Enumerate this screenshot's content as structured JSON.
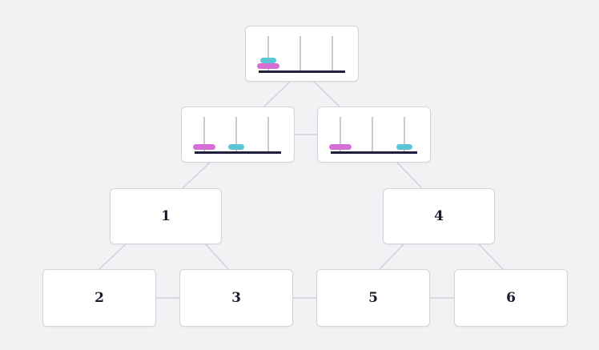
{
  "colors": {
    "background": "#f2f2f4",
    "node_border": "#d4d4de",
    "edge": "#cfd2dc",
    "peg": "#c9c9d4",
    "base": "#1f1f3a",
    "disk_large": "#d56fd6",
    "disk_small": "#5bc6d6"
  },
  "hanoi_states": {
    "root": {
      "pegs": [
        [
          "large",
          "small"
        ],
        [],
        []
      ]
    },
    "left": {
      "pegs": [
        [
          "large"
        ],
        [
          "small"
        ],
        []
      ]
    },
    "right": {
      "pegs": [
        [
          "large"
        ],
        [],
        [
          "small"
        ]
      ]
    }
  },
  "nodes": {
    "n1": "1",
    "n2": "2",
    "n3": "3",
    "n4": "4",
    "n5": "5",
    "n6": "6"
  }
}
